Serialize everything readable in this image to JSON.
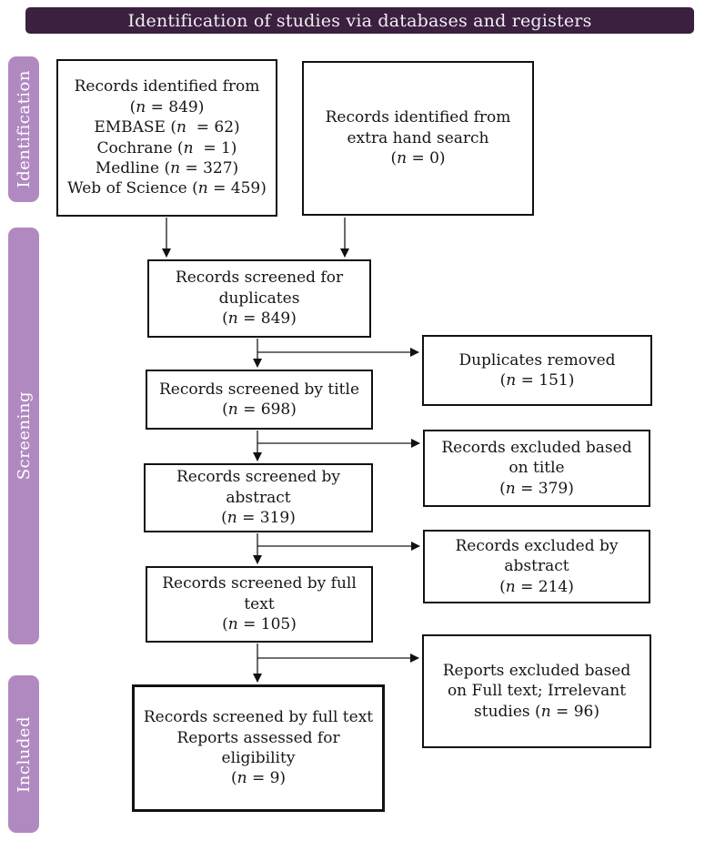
{
  "title": "Identification of studies via databases and registers",
  "colors": {
    "banner_bg": "#3b2040",
    "banner_text": "#f2eef2",
    "stage_bg": "#b189c1",
    "stage_text": "#ffffff",
    "box_border": "#111111",
    "arrow": "#1a1a1a"
  },
  "stages": [
    {
      "label": "Identification"
    },
    {
      "label": "Screening"
    },
    {
      "label": "Included"
    }
  ],
  "boxes": {
    "identified_databases": {
      "lines": [
        "Records identified from",
        "(n = 849)",
        "EMBASE (n  = 62)",
        "Cochrane (n  = 1)",
        "Medline (n = 327)",
        "Web of Science (n = 459)"
      ]
    },
    "identified_hand_search": {
      "lines": [
        "Records identified from",
        "extra hand search",
        "(n = 0)"
      ]
    },
    "screened_duplicates": {
      "lines": [
        "Records screened for",
        "duplicates",
        "(n = 849)"
      ]
    },
    "screened_title": {
      "lines": [
        "Records screened by title",
        "(n = 698)"
      ]
    },
    "screened_abstract": {
      "lines": [
        "Records screened by",
        "abstract",
        "(n = 319)"
      ]
    },
    "screened_fulltext": {
      "lines": [
        "Records screened by full",
        "text",
        "(n = 105)"
      ]
    },
    "included_eligibility": {
      "lines": [
        "Records screened by full text",
        "Reports assessed for",
        "eligibility",
        "(n = 9)"
      ]
    },
    "duplicates_removed": {
      "lines": [
        "Duplicates removed",
        "(n = 151)"
      ]
    },
    "excluded_title": {
      "lines": [
        "Records excluded based",
        "on title",
        "(n = 379)"
      ]
    },
    "excluded_abstract": {
      "lines": [
        "Records excluded by",
        "abstract",
        "(n = 214)"
      ]
    },
    "excluded_fulltext": {
      "lines": [
        "Reports excluded based",
        "on Full text; Irrelevant",
        "studies (n = 96)"
      ]
    }
  }
}
